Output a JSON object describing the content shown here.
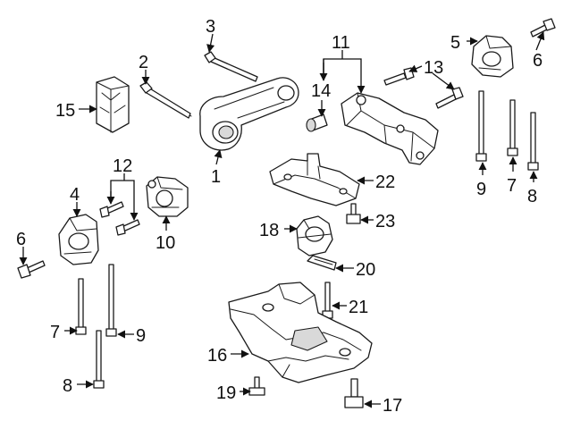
{
  "callouts": {
    "c1": "1",
    "c2": "2",
    "c3": "3",
    "c4": "4",
    "c5": "5",
    "c6a": "6",
    "c6b": "6",
    "c7a": "7",
    "c7b": "7",
    "c8a": "8",
    "c8b": "8",
    "c9a": "9",
    "c9b": "9",
    "c10": "10",
    "c11": "11",
    "c12": "12",
    "c13": "13",
    "c14": "14",
    "c15": "15",
    "c16": "16",
    "c17": "17",
    "c18": "18",
    "c19": "19",
    "c20": "20",
    "c21": "21",
    "c22": "22",
    "c23": "23"
  },
  "colors": {
    "line": "#1a1a1a",
    "background": "#ffffff"
  }
}
